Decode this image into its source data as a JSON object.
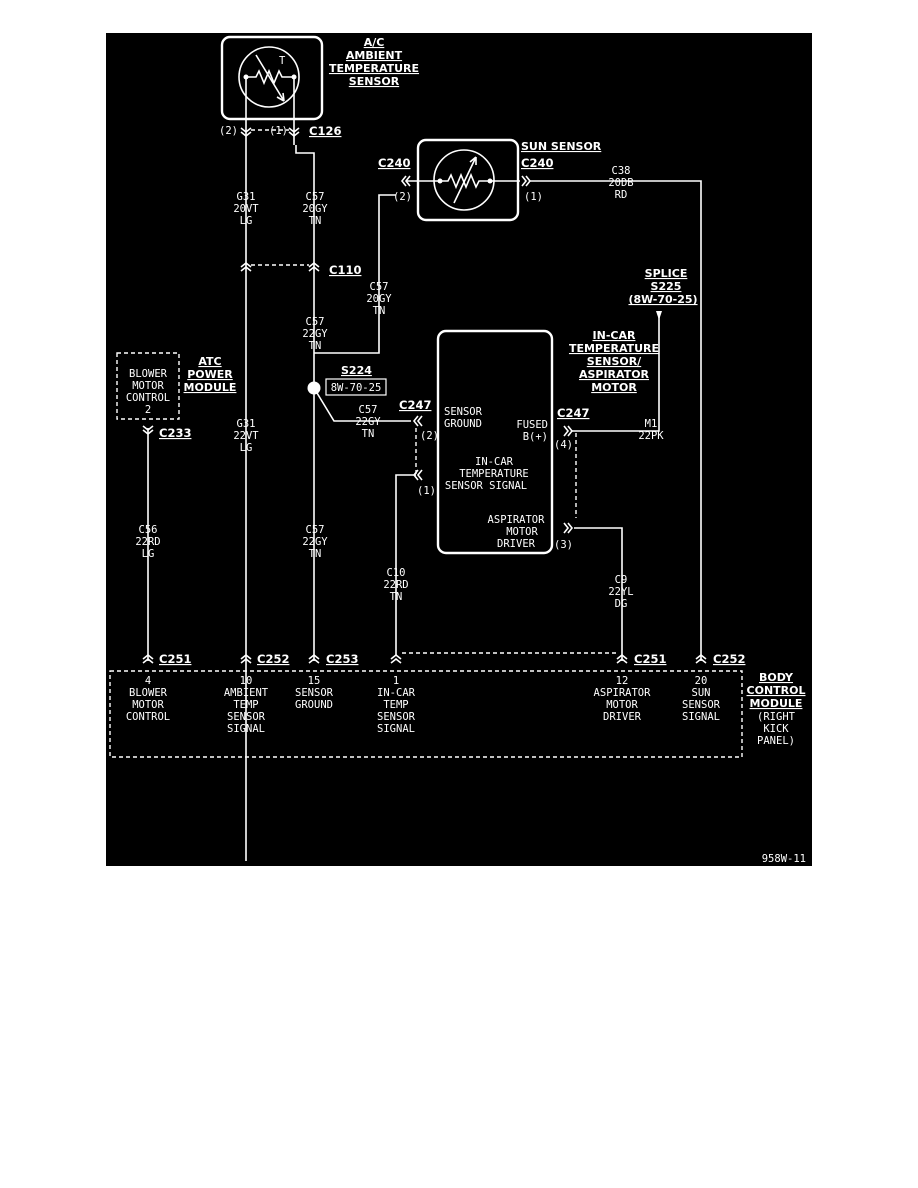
{
  "components": {
    "ambient_sensor": {
      "title": [
        "A/C",
        "AMBIENT",
        "TEMPERATURE",
        "SENSOR"
      ],
      "symbol": "T"
    },
    "sun_sensor": {
      "title": [
        "SUN SENSOR"
      ]
    },
    "atc_power_module": {
      "title": [
        "ATC",
        "POWER",
        "MODULE"
      ],
      "box_text": [
        "BLOWER",
        "MOTOR",
        "CONTROL",
        "2"
      ]
    },
    "incar_sensor": {
      "title": [
        "IN-CAR",
        "TEMPERATURE",
        "SENSOR/",
        "ASPIRATOR",
        "MOTOR"
      ],
      "pin_sensor_ground": [
        "SENSOR",
        "GROUND"
      ],
      "pin_fused": [
        "FUSED",
        "B(+)"
      ],
      "pin_incar": [
        "IN-CAR",
        "TEMPERATURE",
        "SENSOR SIGNAL"
      ],
      "pin_aspirator": [
        "ASPIRATOR",
        "MOTOR",
        "DRIVER"
      ]
    },
    "splice_s225": {
      "title": [
        "SPLICE",
        "S225",
        "(8W-70-25)"
      ]
    },
    "splice_s224": {
      "title": "S224",
      "ref": "8W-70-25"
    },
    "bcm": {
      "title": [
        "BODY",
        "CONTROL",
        "MODULE"
      ],
      "location": [
        "(RIGHT",
        "KICK",
        "PANEL)"
      ]
    }
  },
  "connectors": {
    "c126": "C126",
    "c240_left": "C240",
    "c240_right": "C240",
    "c110": "C110",
    "c233": "C233",
    "c247_left": "C247",
    "c247_right": "C247",
    "c251_a": "C251",
    "c252_a": "C252",
    "c253": "C253",
    "c251_b": "C251",
    "c252_b": "C252"
  },
  "pin_numbers": {
    "c126_2": "(2)",
    "c126_1": "(1)",
    "c240_2": "(2)",
    "c240_1": "(1)",
    "c247_2": "(2)",
    "c247_1": "(1)",
    "c247_4": "(4)",
    "c247_3": "(3)"
  },
  "wires": {
    "g31_top": [
      "G31",
      "20VT",
      "LG"
    ],
    "c57_top": [
      "C57",
      "20GY",
      "TN"
    ],
    "c38": [
      "C38",
      "20DB",
      "RD"
    ],
    "c57_mid_left": [
      "C57",
      "20GY",
      "TN"
    ],
    "c57_mid": [
      "C57",
      "22GY",
      "TN"
    ],
    "c57_short": [
      "C57",
      "22GY",
      "TN"
    ],
    "g31_low": [
      "G31",
      "22VT",
      "LG"
    ],
    "c56": [
      "C56",
      "22RD",
      "LG"
    ],
    "c57_low": [
      "C57",
      "22GY",
      "TN"
    ],
    "m1": [
      "M1",
      "22PK"
    ],
    "c10": [
      "C10",
      "22RD",
      "TN"
    ],
    "c9": [
      "C9",
      "22YL",
      "DG"
    ]
  },
  "bcm_pins": [
    [
      "4",
      "BLOWER",
      "MOTOR",
      "CONTROL"
    ],
    [
      "10",
      "AMBIENT",
      "TEMP",
      "SENSOR",
      "SIGNAL"
    ],
    [
      "15",
      "SENSOR",
      "GROUND"
    ],
    [
      "1",
      "IN-CAR",
      "TEMP",
      "SENSOR",
      "SIGNAL"
    ],
    [
      "12",
      "ASPIRATOR",
      "MOTOR",
      "DRIVER"
    ],
    [
      "20",
      "SUN",
      "SENSOR",
      "SIGNAL"
    ]
  ],
  "figure_id": "958W-11"
}
